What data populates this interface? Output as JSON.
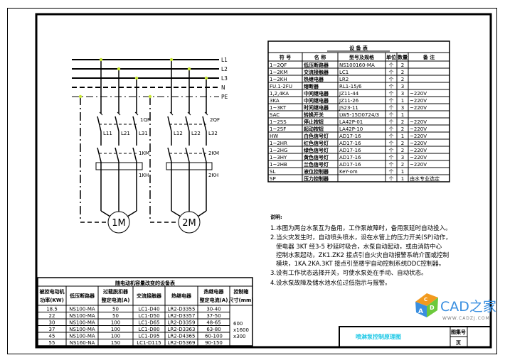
{
  "colors": {
    "junction": "#c8e632",
    "title_text": "#1ec8e6",
    "logo_blue": "#3a8fe0"
  },
  "bus_labels": [
    "L1",
    "L2",
    "L3",
    "N",
    "PE"
  ],
  "circuit": {
    "group1": {
      "breakers": [
        "L11",
        "L21",
        "L31"
      ],
      "qf": "1QF",
      "km": "1KM",
      "kh": "1KH",
      "motor": "1M"
    },
    "group2": {
      "breakers": [
        "L12",
        "L22",
        "L32"
      ],
      "qf": "2QF",
      "km": "2KM",
      "kh": "2KH",
      "motor": "2M"
    }
  },
  "equipment_table": {
    "title": "设 备 表",
    "headers": [
      "符  号",
      "名  称",
      "型号及规格",
      "单位",
      "数量",
      "备  注"
    ],
    "rows": [
      [
        "1~2QF",
        "低压断路器",
        "NS100160-MA",
        "个",
        "2",
        ""
      ],
      [
        "1~2KM",
        "交流接触器",
        "LC1",
        "个",
        "2",
        ""
      ],
      [
        "1~2KH",
        "热继电器",
        "LR2",
        "个",
        "2",
        ""
      ],
      [
        "FU.1-2FU",
        "熔断器",
        "RL1-15/6",
        "个",
        "3",
        ""
      ],
      [
        "1,2,4KA",
        "中间继电器",
        "JZ11-44",
        "个",
        "3",
        "~220V"
      ],
      [
        "3KA",
        "中间继电器",
        "JZ11-26",
        "个",
        "1",
        "~220V"
      ],
      [
        "1~3KT",
        "时间继电器",
        "JS23-11",
        "个",
        "3",
        "~220V"
      ],
      [
        "SAC",
        "转换开关",
        "LW5-15D0724/3",
        "个",
        "1",
        ""
      ],
      [
        "1~2SS",
        "停止按钮",
        "LA42P-01",
        "个",
        "2",
        "~220V"
      ],
      [
        "1~2SF",
        "起动按钮",
        "LA42P-10",
        "个",
        "2",
        "~220V"
      ],
      [
        "HW",
        "白色信号灯",
        "AD17-16",
        "个",
        "1",
        "~220V"
      ],
      [
        "1~2HR",
        "红色信号灯",
        "AD17-16",
        "个",
        "2",
        "~220V"
      ],
      [
        "1~2HG",
        "绿色信号灯",
        "AD17-16",
        "个",
        "2",
        "~220V"
      ],
      [
        "1~3HY",
        "黄色信号灯",
        "AD17-16",
        "个",
        "3",
        "~220V"
      ],
      [
        "1~2HB",
        "兰色信号灯",
        "AD17-16",
        "个",
        "2",
        "~220V"
      ],
      [
        "SL",
        "液位控制器",
        "KeY-om",
        "个",
        "1",
        ""
      ],
      [
        "SP",
        "压力控制器",
        "",
        "个",
        "1",
        "由水专业选定"
      ]
    ]
  },
  "motor_table": {
    "title": "随电动机容量改变的设备表",
    "headers": [
      [
        "被控电动机",
        "功率(KW)"
      ],
      [
        "低压断路器"
      ],
      [
        "过载脱扣器",
        "整定电流(A)"
      ],
      [
        "交流接触器"
      ],
      [
        "热继电器"
      ],
      [
        "热继电器",
        "整定电流(A)"
      ],
      [
        "控制箱",
        "尺寸(mm)"
      ]
    ],
    "rows": [
      [
        "18.5",
        "NS100-MA",
        "50",
        "LC1-D40",
        "LR2-D3355",
        "30-40"
      ],
      [
        "22",
        "NS100-MA",
        "50",
        "LC1-D50",
        "LR2-D3357",
        "37-50"
      ],
      [
        "30",
        "NS100-MA",
        "100",
        "LC1-D65",
        "LR2-D3359",
        "48-65"
      ],
      [
        "37",
        "NS100-MA",
        "100",
        "LC1-D80",
        "LR2-D3363",
        "63-80"
      ],
      [
        "45",
        "NS100-MA",
        "100",
        "LC1-D95",
        "LR2-D4365",
        "60-100"
      ],
      [
        "55",
        "NS160-NA",
        "150",
        "LC1-D115",
        "LR2-D5369",
        "90-150"
      ]
    ],
    "box_size": [
      "600",
      "x1600",
      "x300"
    ]
  },
  "notes": {
    "heading": "说明:",
    "lines": [
      "1.本图为两台水泵互为备用，工作泵故障时，备用泵延时自动投入。",
      "2.当火灾发生时，自动喷头喷水，设在水管上的压力开关(SP)动作，",
      "   使电器 3KT 经3-5 秒延时吸合，水泵自动起动，或由消防中心",
      "   控制水泵起动，ZK1.ZK2 接点引自火灾自动报警系统介面或控制",
      "   模块，1KA.2KA.3KT 接点引至楼宇自动控制系统DDC控制器。",
      "3.设有工作状态选择开关，可使水泵处在手动、自动状态。",
      "4.设水泵故障及储水池水位过低指示与报警。"
    ]
  },
  "title_block": {
    "drawing_title": "喷淋泵控制原理图",
    "atlas_no_label": "图集号",
    "page_label": "页"
  },
  "logo": {
    "text": "CAD之家",
    "url_text": "WWW.CADZJ.COM",
    "cube_letters": [
      "A",
      "D",
      "C"
    ]
  }
}
